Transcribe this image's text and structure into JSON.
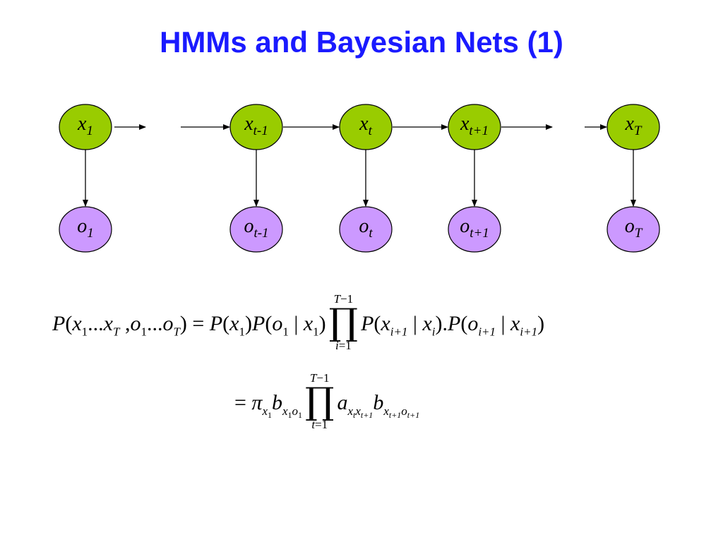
{
  "title": "HMMs and Bayesian Nets (1)",
  "colors": {
    "title": "#1a1aff",
    "hidden_node": "#99cc00",
    "observed_node": "#cc99ff",
    "node_border": "#000000"
  },
  "hidden_nodes": [
    {
      "base": "x",
      "sub": "1"
    },
    {
      "base": "x",
      "sub": "t-1"
    },
    {
      "base": "x",
      "sub": "t"
    },
    {
      "base": "x",
      "sub": "t+1"
    },
    {
      "base": "x",
      "sub": "T"
    }
  ],
  "observed_nodes": [
    {
      "base": "o",
      "sub": "1"
    },
    {
      "base": "o",
      "sub": "t-1"
    },
    {
      "base": "o",
      "sub": "t"
    },
    {
      "base": "o",
      "sub": "t+1"
    },
    {
      "base": "o",
      "sub": "T"
    }
  ],
  "equation1": {
    "lhs": {
      "P": "P",
      "x": "x",
      "x1sub": "1",
      "dots1": "...",
      "x2": "x",
      "xTsub": "T",
      "comma": ",",
      "o": "o",
      "o1sub": "1",
      "dots2": "...",
      "o2": "o",
      "oTsub": "T"
    },
    "eq": "=",
    "term1": {
      "P": "P",
      "x": "x",
      "sub": "1"
    },
    "term2": {
      "P": "P",
      "o": "o",
      "osub": "1",
      "bar": "|",
      "x": "x",
      "xsub": "1"
    },
    "prod": {
      "upper_T": "T",
      "upper_rest": "−1",
      "lower_i": "i",
      "lower_rest": "=1",
      "symbol": "∏"
    },
    "term3": {
      "P": "P",
      "x": "x",
      "sub1": "i+1",
      "bar": "|",
      "x2": "x",
      "sub2": "i",
      "dot": "."
    },
    "term4": {
      "P": "P",
      "o": "o",
      "osub": "i+1",
      "bar": "|",
      "x": "x",
      "xsub": "i+1"
    }
  },
  "equation2": {
    "eq": "=",
    "pi": "π",
    "pi_sub": "x",
    "pi_subsub": "1",
    "b1": "b",
    "b1_sub_x": "x",
    "b1_sub_x_sub": "1",
    "b1_sub_o": "o",
    "b1_sub_o_sub": "1",
    "prod": {
      "upper_T": "T",
      "upper_rest": "−1",
      "lower_t": "t",
      "lower_rest": "=1",
      "symbol": "∏"
    },
    "a": "a",
    "a_sub_x1": "x",
    "a_sub_x1_sub": "t",
    "a_sub_x2": "x",
    "a_sub_x2_sub": "t+1",
    "b2": "b",
    "b2_sub_x": "x",
    "b2_sub_x_sub": "t+1",
    "b2_sub_o": "o",
    "b2_sub_o_sub": "t+1"
  }
}
